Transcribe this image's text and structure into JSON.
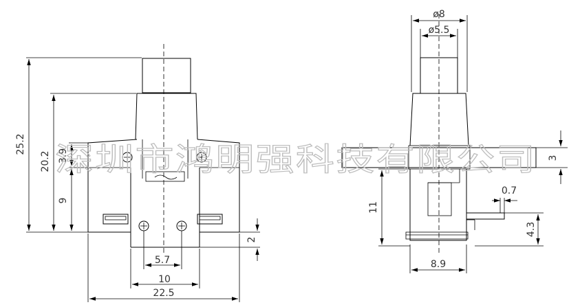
{
  "watermark": "深圳市鸿明强科技有限公司",
  "front_view": {
    "dim_total_height": "25.2",
    "dim_body_height": "20.2",
    "dim_upper_block": "3.9",
    "dim_lower_block": "9",
    "dim_terminal_pitch": "5.7",
    "dim_base_width": "10",
    "dim_overall_width": "22.5",
    "dim_terminal_drop": "2"
  },
  "side_view": {
    "dim_outer_diameter": "ø8",
    "dim_inner_diameter": "ø5.5",
    "dim_flange_thickness": "3",
    "dim_height": "11",
    "dim_pin_width": "0.7",
    "dim_pin_height": "4.3",
    "dim_width": "8.9"
  }
}
